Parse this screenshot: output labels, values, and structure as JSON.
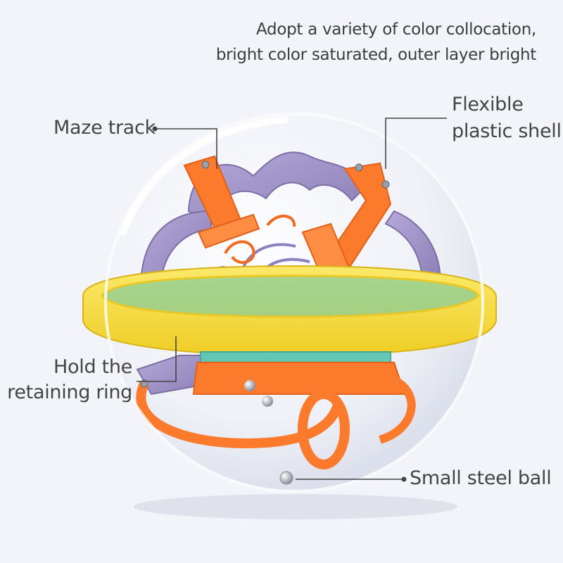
{
  "headline": {
    "line1": "Adopt a variety of color collocation,",
    "line2": "bright color saturated, outer layer bright"
  },
  "callouts": {
    "maze_track": "Maze track",
    "plastic_shell": {
      "line1": "Flexible",
      "line2": "plastic shell"
    },
    "retaining_ring": {
      "line1": "Hold the",
      "line2": "retaining ring"
    },
    "steel_ball": "Small steel ball"
  },
  "colors": {
    "background": "#f3f4f9",
    "ring_yellow": "#f7e04a",
    "track_orange": "#fb7a2c",
    "track_purple": "#9d90c4",
    "track_red": "#ec3b33",
    "base_teal": "#63c7b4",
    "text": "#444444"
  }
}
